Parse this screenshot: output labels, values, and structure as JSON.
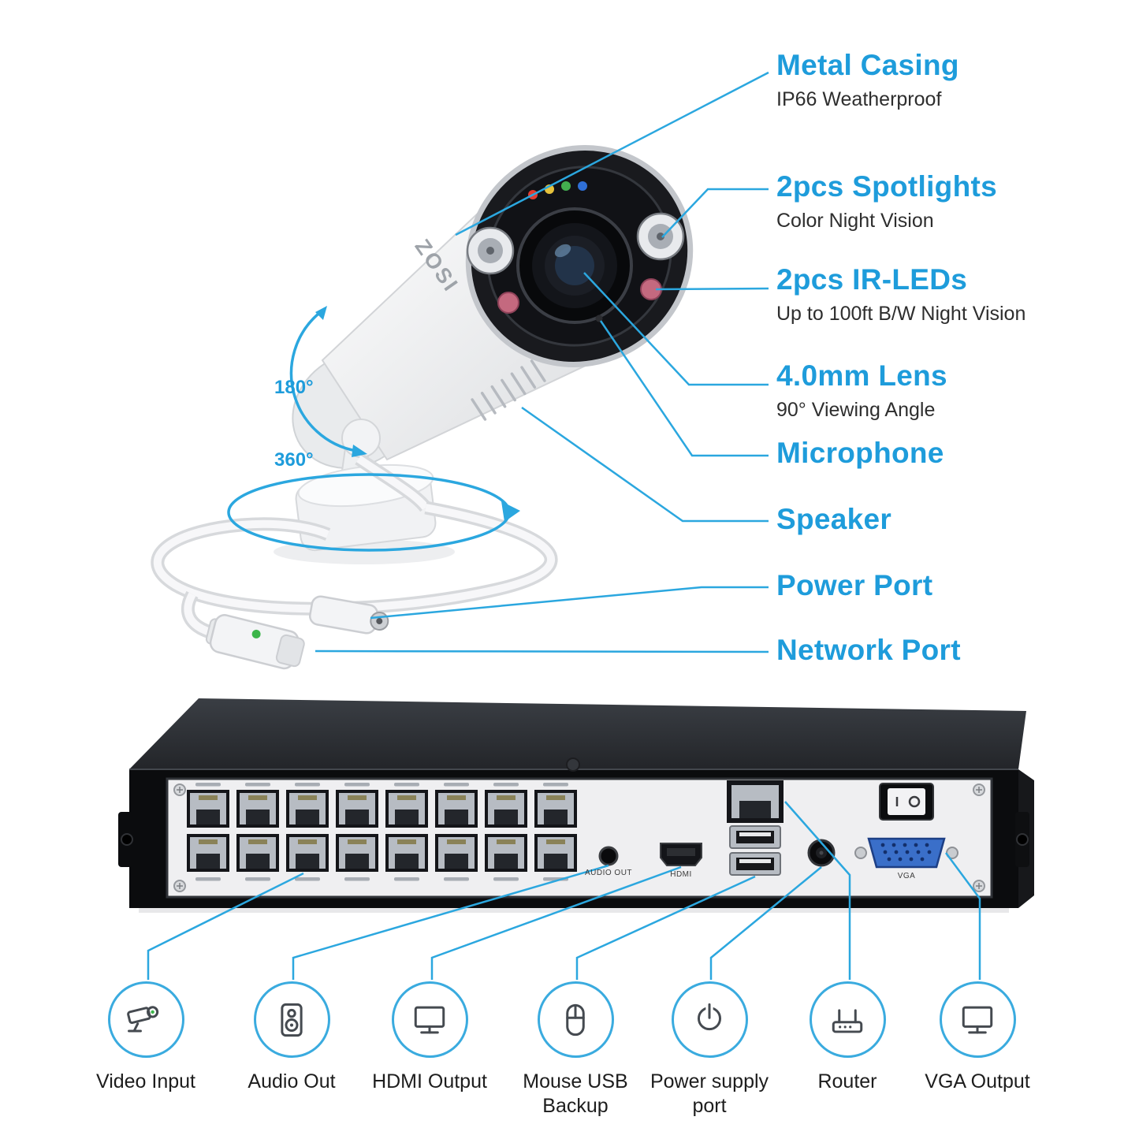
{
  "colors": {
    "accent_blue": "#1E9CDB",
    "line_blue": "#2BA7DF",
    "vga_blue": "#3A6FC9",
    "ir_led_pink": "#C4697F"
  },
  "camera": {
    "brand": "ZOSI",
    "tilt_label": "180°",
    "pan_label": "360°"
  },
  "callouts": [
    {
      "title": "Metal Casing",
      "subtitle": "IP66 Weatherproof"
    },
    {
      "title": "2pcs Spotlights",
      "subtitle": "Color Night Vision"
    },
    {
      "title": "2pcs IR-LEDs",
      "subtitle": "Up to 100ft B/W Night Vision"
    },
    {
      "title": "4.0mm Lens",
      "subtitle": "90° Viewing Angle"
    },
    {
      "title": "Microphone",
      "subtitle": ""
    },
    {
      "title": "Speaker",
      "subtitle": ""
    },
    {
      "title": "Power Port",
      "subtitle": ""
    },
    {
      "title": "Network Port",
      "subtitle": ""
    }
  ],
  "nvr": {
    "audio_label": "AUDIO OUT",
    "hdmi_label": "HDMI",
    "vga_label": "VGA"
  },
  "bottom_ports": [
    {
      "label": "Video Input",
      "icon": "camera-icon"
    },
    {
      "label": "Audio Out",
      "icon": "speaker-icon"
    },
    {
      "label": "HDMI Output",
      "icon": "monitor-icon"
    },
    {
      "label": "Mouse USB Backup",
      "icon": "mouse-icon"
    },
    {
      "label": "Power supply port",
      "icon": "power-icon"
    },
    {
      "label": "Router",
      "icon": "router-icon"
    },
    {
      "label": "VGA Output",
      "icon": "monitor-icon"
    }
  ]
}
